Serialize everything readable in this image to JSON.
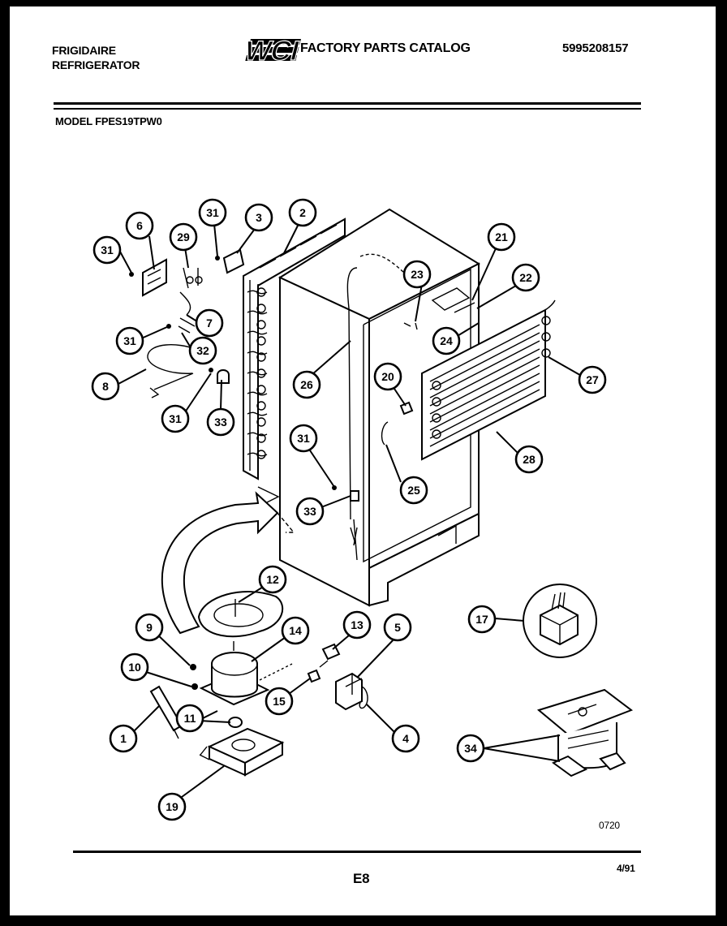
{
  "header": {
    "brand_line1": "FRIGIDAIRE",
    "brand_line2": "REFRIGERATOR",
    "logo_text": "WCI",
    "catalog_title": "FACTORY PARTS CATALOG",
    "part_number": "5995208157"
  },
  "model_label": "MODEL FPES19TPW0",
  "callouts": [
    "31",
    "6",
    "29",
    "31",
    "3",
    "2",
    "7",
    "31",
    "32",
    "8",
    "31",
    "33",
    "26",
    "21",
    "23",
    "22",
    "24",
    "27",
    "20",
    "28",
    "31",
    "25",
    "33",
    "12",
    "9",
    "14",
    "13",
    "5",
    "17",
    "10",
    "15",
    "11",
    "1",
    "4",
    "34",
    "19"
  ],
  "footer": {
    "drawing_code": "0720",
    "page": "E8",
    "date": "4/91"
  }
}
